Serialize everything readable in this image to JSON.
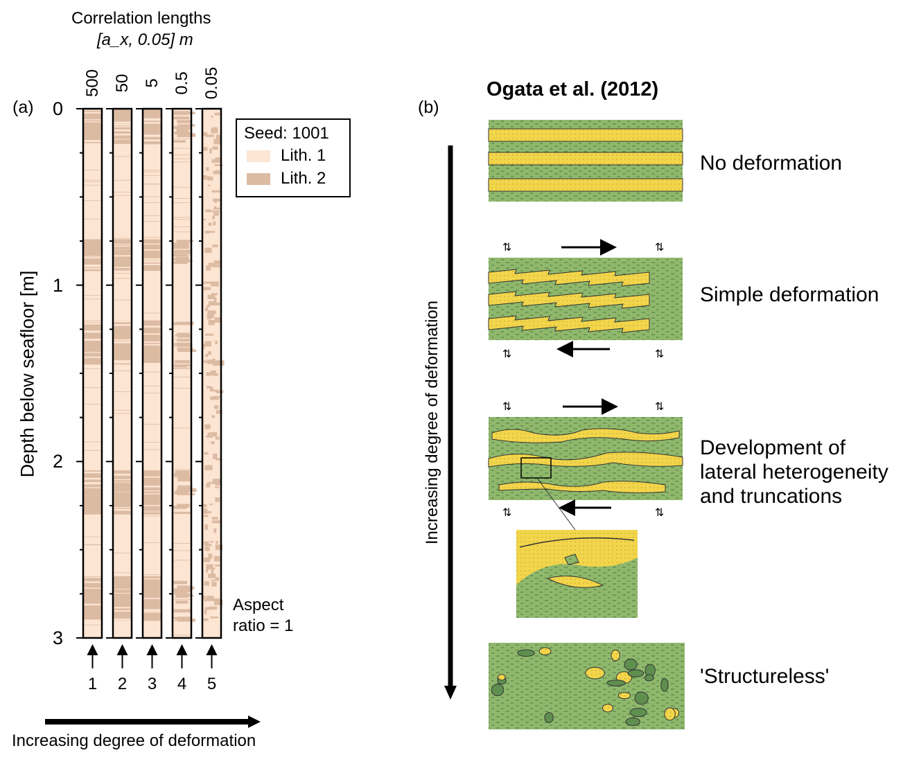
{
  "panel_a": {
    "label": "(a)",
    "title_line1": "Correlation lengths",
    "title_line2": "[a_x, 0.05] m",
    "ylabel": "Depth below seafloor [m]",
    "yticks": [
      "0",
      "1",
      "2",
      "3"
    ],
    "ylim": [
      0,
      3
    ],
    "columns": [
      {
        "length": "500",
        "number": "1"
      },
      {
        "length": "50",
        "number": "2"
      },
      {
        "length": "5",
        "number": "3"
      },
      {
        "length": "0.5",
        "number": "4"
      },
      {
        "length": "0.05",
        "number": "5"
      }
    ],
    "legend": {
      "title": "Seed: 1001",
      "items": [
        {
          "label": "Lith. 1",
          "color": "#fde5d3"
        },
        {
          "label": "Lith. 2",
          "color": "#dcbba3"
        }
      ]
    },
    "lith2_intervals_m": [
      [
        0,
        0.2
      ],
      [
        0.74,
        0.92
      ],
      [
        1.2,
        1.45
      ],
      [
        2.05,
        2.3
      ],
      [
        2.65,
        2.9
      ]
    ],
    "aspect_line1": "Aspect",
    "aspect_line2": "ratio = 1",
    "bottom_label": "Increasing degree of deformation"
  },
  "panel_b": {
    "label": "(b)",
    "title": "Ogata et al. (2012)",
    "arrow_label": "Increasing degree of deformation",
    "stages": [
      {
        "lines": [
          "No deformation"
        ]
      },
      {
        "lines": [
          "Simple deformation"
        ]
      },
      {
        "lines": [
          "Development of",
          "lateral heterogeneity",
          "and truncations"
        ]
      },
      {
        "lines": [
          "'Structureless'"
        ]
      }
    ],
    "colors": {
      "green": "#8fb86d",
      "yellow": "#f2d54a"
    }
  }
}
